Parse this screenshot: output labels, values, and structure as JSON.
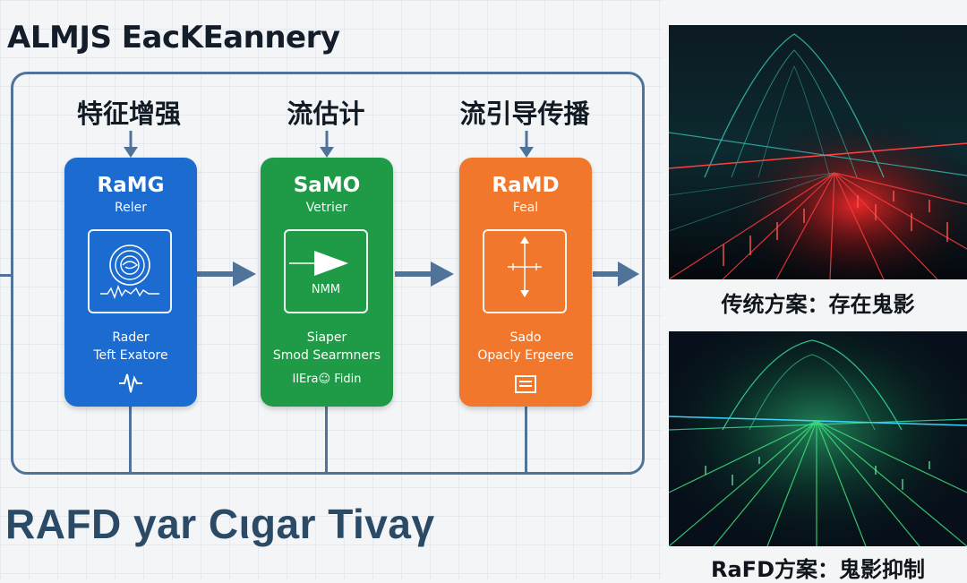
{
  "header": {
    "title": "ALMJS EacKEannery"
  },
  "footer": {
    "title": "RAFD yar Cιgar Tivaγ"
  },
  "stages": [
    {
      "label": "特征增强",
      "block_title": "RaMG",
      "block_sub": "Reler",
      "line1": "Rader",
      "line2": "Teft Exatore",
      "color": "#1c6bd0"
    },
    {
      "label": "流估计",
      "block_title": "SaMO",
      "block_sub": "Vetrier",
      "icon_text": "NMM",
      "line1": "Siaper",
      "line2": "Smod Searmners",
      "line3": "IlEra☺ Fidin",
      "color": "#1f9a46"
    },
    {
      "label": "流引导传播",
      "block_title": "RaMD",
      "block_sub": "Feal",
      "line1": "Sado",
      "line2": "Opacly Ergeere",
      "color": "#f0772c"
    }
  ],
  "comparison": {
    "traditional_caption": "传统方案：存在鬼影",
    "rafd_caption": "RaFD方案：鬼影抑制",
    "traditional_accent": "#e02a2a",
    "rafd_accent": "#2ee07a"
  }
}
